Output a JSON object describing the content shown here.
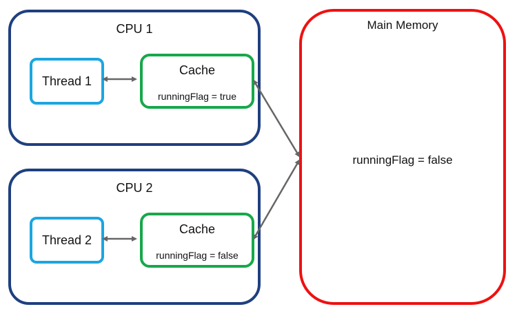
{
  "cpu1": {
    "title": "CPU 1",
    "thread_label": "Thread 1",
    "cache_title": "Cache",
    "cache_value": "runningFlag = true"
  },
  "cpu2": {
    "title": "CPU 2",
    "thread_label": "Thread 2",
    "cache_title": "Cache",
    "cache_value": "runningFlag = false"
  },
  "memory": {
    "title": "Main Memory",
    "value": "runningFlag = false"
  },
  "colors": {
    "cpu_border": "#1f3f7f",
    "thread_border": "#1ba6e0",
    "cache_border": "#17a84b",
    "memory_border": "#ee1111",
    "arrow": "#666666"
  }
}
